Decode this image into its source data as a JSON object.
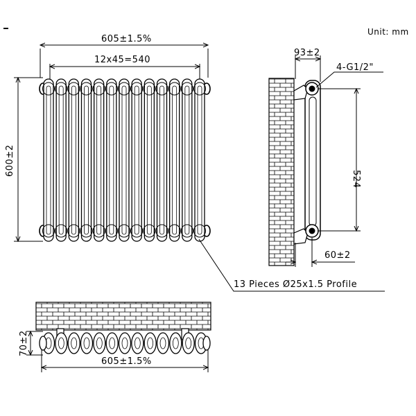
{
  "units": "Unit: mm",
  "front_view": {
    "overall_width": "605±1.5%",
    "column_spacing": "12x45=540",
    "height": "600±2",
    "columns": 13
  },
  "side_view": {
    "depth": "93±2",
    "connections": "4-G1/2\"",
    "pipe_centres": "524",
    "wall_offset": "60±2"
  },
  "profile_note": "13 Pieces Ø25x1.5 Profile",
  "top_view": {
    "depth": "70±2",
    "overall_width": "605±1.5%"
  }
}
